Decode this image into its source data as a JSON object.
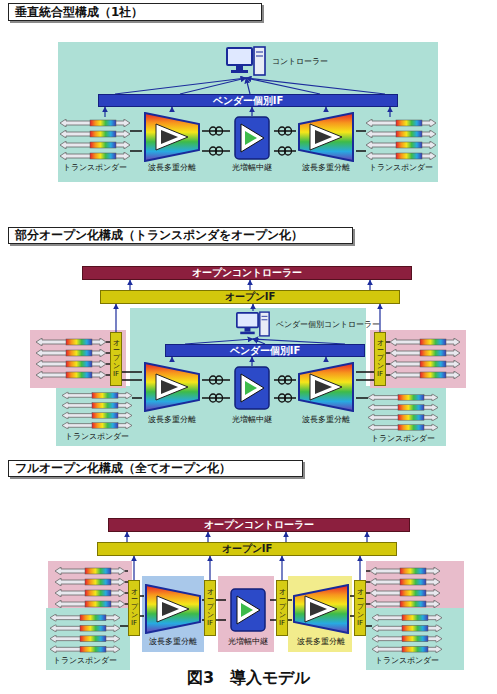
{
  "diagram": {
    "caption": "図3　導入モデル",
    "nodes": [
      {
        "text": [
          "垂直統合型構成（1社）"
        ]
      },
      {
        "text": [
          "コントローラー"
        ]
      },
      {
        "text": [
          "ベンダー個別IF"
        ]
      },
      {
        "text": [
          "トランスポンダー"
        ]
      },
      {
        "text": [
          "波長多重分離"
        ]
      },
      {
        "text": [
          "光増幅中継"
        ]
      },
      {
        "text": [
          "波長多重分離"
        ]
      },
      {
        "text": [
          "トランスポンダー"
        ]
      },
      {
        "text": [
          "部分オープン化構成（トランスポンダをオープン化）"
        ]
      },
      {
        "text": [
          "オープンコントローラー"
        ]
      },
      {
        "text": [
          "オープンIF"
        ]
      },
      {
        "text": [
          "ベンダー個別コントローラー"
        ]
      },
      {
        "text": [
          "ベンダー個別IF"
        ]
      },
      {
        "text": [
          "オープンIF"
        ]
      },
      {
        "text": [
          "オープンIF"
        ]
      },
      {
        "text": [
          "波長多重分離"
        ]
      },
      {
        "text": [
          "光増幅中継"
        ]
      },
      {
        "text": [
          "波長多重分離"
        ]
      },
      {
        "text": [
          "トランスポンダー"
        ]
      },
      {
        "text": [
          "トランスポンダー"
        ]
      },
      {
        "text": [
          "フルオープン化構成（全てオープン化）"
        ]
      },
      {
        "text": [
          "オープンコントローラー"
        ]
      },
      {
        "text": [
          "オープンIF"
        ]
      },
      {
        "text": [
          "オープンIF"
        ]
      },
      {
        "text": [
          "波長多重分離"
        ]
      },
      {
        "text": [
          "オープンIF"
        ]
      },
      {
        "text": [
          "光増幅中継"
        ]
      },
      {
        "text": [
          "オープンIF"
        ]
      },
      {
        "text": [
          "波長多重分離"
        ]
      },
      {
        "text": [
          "オープンIF"
        ]
      },
      {
        "text": [
          "トランスポンダー"
        ]
      },
      {
        "text": [
          "トランスポンダー"
        ]
      }
    ],
    "edges": [
      {
        "from": 3,
        "to": 2,
        "arrow": "to"
      },
      {
        "from": 4,
        "to": 2,
        "arrow": "to"
      },
      {
        "from": 5,
        "to": 2,
        "arrow": "to"
      },
      {
        "from": 6,
        "to": 2,
        "arrow": "to"
      },
      {
        "from": 7,
        "to": 2,
        "arrow": "to"
      },
      {
        "from": 2,
        "to": 1,
        "arrow": "to"
      },
      {
        "from": 2,
        "to": 1,
        "arrow": "to"
      },
      {
        "from": 2,
        "to": 1,
        "arrow": "to"
      },
      {
        "from": 2,
        "to": 1,
        "arrow": "to"
      },
      {
        "from": 2,
        "to": 1,
        "arrow": "to"
      },
      {
        "from": 3,
        "to": 4,
        "arrow": "none"
      },
      {
        "from": 3,
        "to": 4,
        "arrow": "none"
      },
      {
        "from": 4,
        "to": 5,
        "arrow": "none"
      },
      {
        "from": 4,
        "to": 5,
        "arrow": "none"
      },
      {
        "from": 5,
        "to": 6,
        "arrow": "none"
      },
      {
        "from": 5,
        "to": 6,
        "arrow": "none"
      },
      {
        "from": 6,
        "to": 7,
        "arrow": "none"
      },
      {
        "from": 6,
        "to": 7,
        "arrow": "none"
      },
      {
        "from": 13,
        "to": 10,
        "arrow": "to"
      },
      {
        "from": 14,
        "to": 10,
        "arrow": "to"
      },
      {
        "from": 11,
        "to": 10,
        "arrow": "to"
      },
      {
        "from": 10,
        "to": 9,
        "arrow": "to"
      },
      {
        "from": 10,
        "to": 9,
        "arrow": "to"
      },
      {
        "from": 10,
        "to": 9,
        "arrow": "to"
      },
      {
        "from": 12,
        "to": 11,
        "arrow": "to"
      },
      {
        "from": 12,
        "to": 11,
        "arrow": "to"
      },
      {
        "from": 12,
        "to": 11,
        "arrow": "to"
      },
      {
        "from": 15,
        "to": 12,
        "arrow": "to"
      },
      {
        "from": 16,
        "to": 12,
        "arrow": "to"
      },
      {
        "from": 17,
        "to": 12,
        "arrow": "to"
      },
      {
        "from": 13,
        "to": 15,
        "arrow": "none"
      },
      {
        "from": 13,
        "to": 15,
        "arrow": "none"
      },
      {
        "from": 18,
        "to": 15,
        "arrow": "none"
      },
      {
        "from": 15,
        "to": 16,
        "arrow": "none"
      },
      {
        "from": 15,
        "to": 16,
        "arrow": "none"
      },
      {
        "from": 16,
        "to": 17,
        "arrow": "none"
      },
      {
        "from": 16,
        "to": 17,
        "arrow": "none"
      },
      {
        "from": 17,
        "to": 14,
        "arrow": "none"
      },
      {
        "from": 17,
        "to": 14,
        "arrow": "none"
      },
      {
        "from": 17,
        "to": 19,
        "arrow": "none"
      },
      {
        "from": 23,
        "to": 22,
        "arrow": "to"
      },
      {
        "from": 25,
        "to": 22,
        "arrow": "to"
      },
      {
        "from": 27,
        "to": 22,
        "arrow": "to"
      },
      {
        "from": 29,
        "to": 22,
        "arrow": "to"
      },
      {
        "from": 22,
        "to": 21,
        "arrow": "to"
      },
      {
        "from": 22,
        "to": 21,
        "arrow": "to"
      },
      {
        "from": 22,
        "to": 21,
        "arrow": "to"
      },
      {
        "from": 22,
        "to": 21,
        "arrow": "to"
      },
      {
        "from": 30,
        "to": 23,
        "arrow": "none"
      },
      {
        "from": 23,
        "to": 24,
        "arrow": "none"
      },
      {
        "from": 23,
        "to": 24,
        "arrow": "none"
      },
      {
        "from": 24,
        "to": 25,
        "arrow": "none"
      },
      {
        "from": 24,
        "to": 25,
        "arrow": "none"
      },
      {
        "from": 25,
        "to": 26,
        "arrow": "none"
      },
      {
        "from": 25,
        "to": 26,
        "arrow": "none"
      },
      {
        "from": 26,
        "to": 27,
        "arrow": "none"
      },
      {
        "from": 26,
        "to": 27,
        "arrow": "none"
      },
      {
        "from": 27,
        "to": 28,
        "arrow": "none"
      },
      {
        "from": 27,
        "to": 28,
        "arrow": "none"
      },
      {
        "from": 28,
        "to": 29,
        "arrow": "none"
      },
      {
        "from": 28,
        "to": 29,
        "arrow": "none"
      },
      {
        "from": 29,
        "to": 31,
        "arrow": "none"
      }
    ]
  }
}
